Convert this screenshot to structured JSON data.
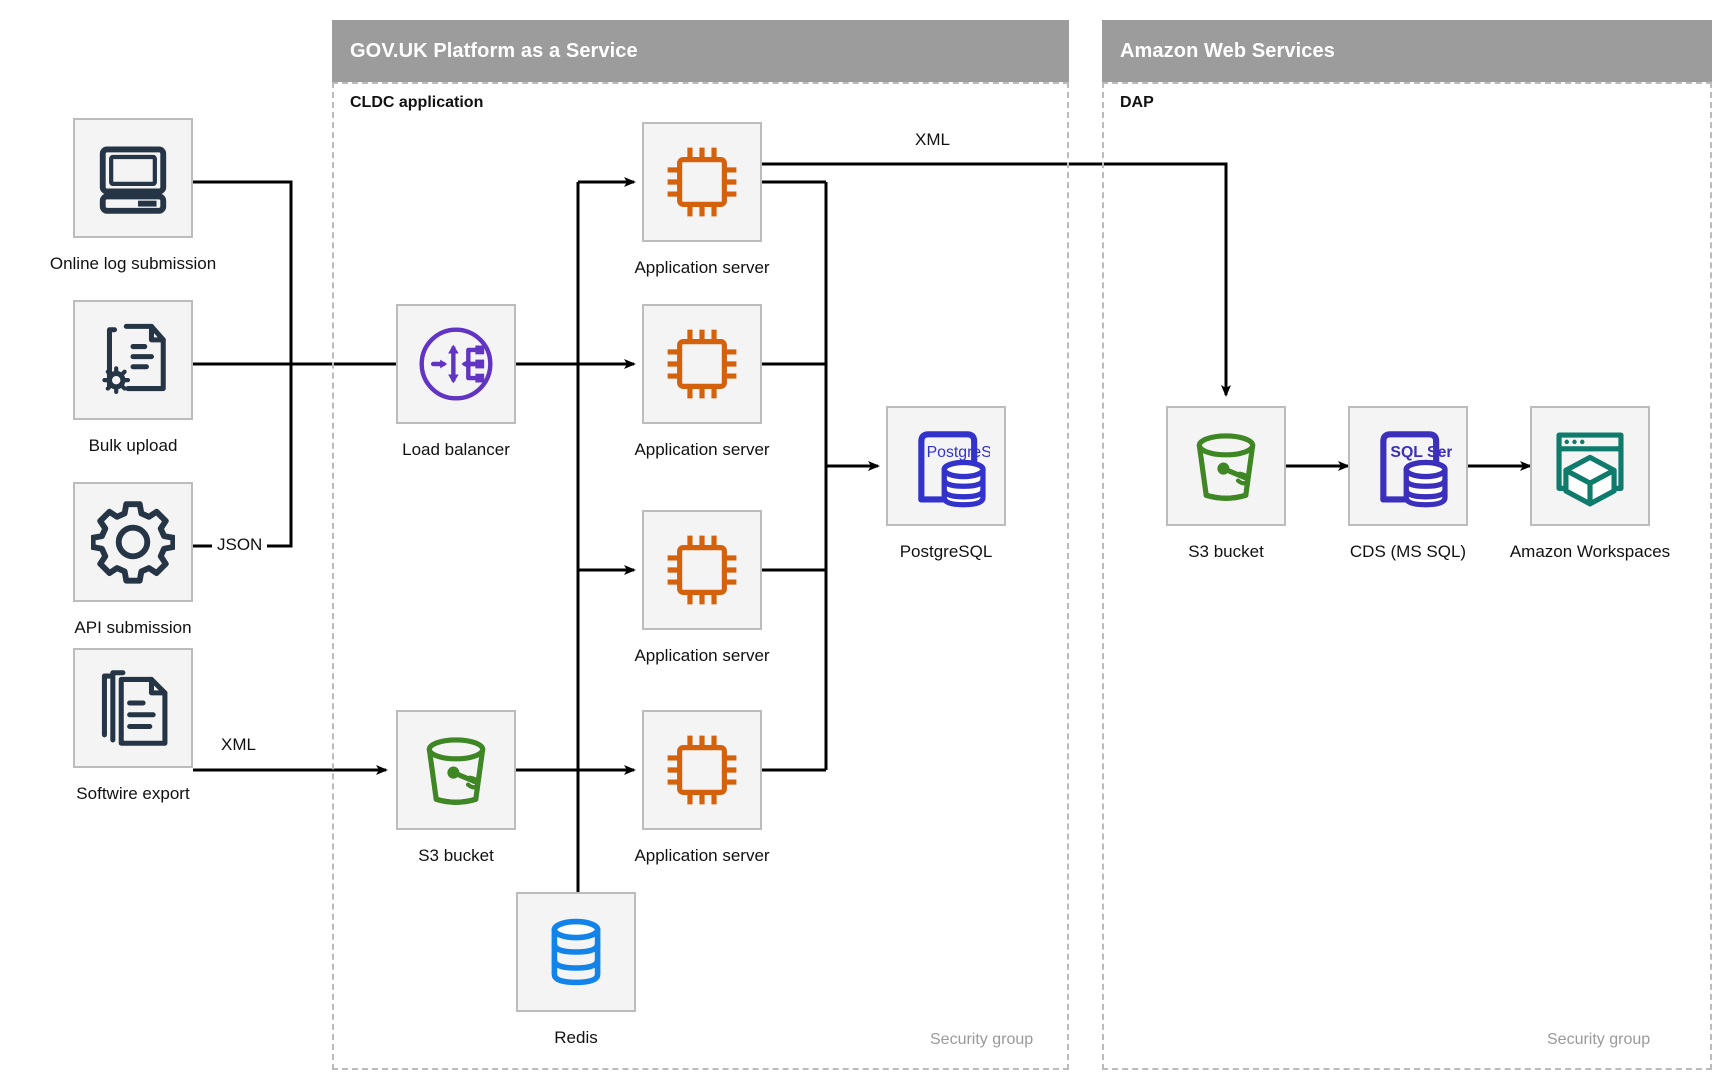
{
  "groups": [
    {
      "id": "paas",
      "title": "GOV.UK Platform as a Service",
      "subtitle": "CLDC application",
      "security_label": "Security group"
    },
    {
      "id": "aws",
      "title": "Amazon Web Services",
      "subtitle": "DAP",
      "security_label": "Security group"
    }
  ],
  "sources": [
    {
      "id": "online-log-submission",
      "label": "Online log submission",
      "icon": "desktop-computer-icon"
    },
    {
      "id": "bulk-upload",
      "label": "Bulk upload",
      "icon": "document-gear-icon"
    },
    {
      "id": "api-submission",
      "label": "API submission",
      "icon": "gear-icon"
    },
    {
      "id": "softwire-export",
      "label": "Softwire export",
      "icon": "document-stack-icon"
    }
  ],
  "paas_nodes": [
    {
      "id": "load-balancer",
      "label": "Load balancer",
      "icon": "load-balancer-icon"
    },
    {
      "id": "app-server-1",
      "label": "Application server",
      "icon": "cpu-chip-icon"
    },
    {
      "id": "app-server-2",
      "label": "Application server",
      "icon": "cpu-chip-icon"
    },
    {
      "id": "app-server-3",
      "label": "Application server",
      "icon": "cpu-chip-icon"
    },
    {
      "id": "app-server-4",
      "label": "Application server",
      "icon": "cpu-chip-icon"
    },
    {
      "id": "postgresql",
      "label": "PostgreSQL",
      "icon": "postgresql-database-icon"
    },
    {
      "id": "s3-bucket-paas",
      "label": "S3 bucket",
      "icon": "s3-bucket-icon"
    },
    {
      "id": "redis",
      "label": "Redis",
      "icon": "redis-database-icon"
    }
  ],
  "aws_nodes": [
    {
      "id": "s3-bucket-aws",
      "label": "S3 bucket",
      "icon": "s3-bucket-icon"
    },
    {
      "id": "cds-ms-sql",
      "label": "CDS (MS SQL)",
      "icon": "sql-server-database-icon"
    },
    {
      "id": "amazon-workspaces",
      "label": "Amazon Workspaces",
      "icon": "amazon-workspaces-icon"
    }
  ],
  "edge_labels": {
    "json": "JSON",
    "xml_softwire": "XML",
    "xml_to_s3": "XML"
  },
  "icon_text": {
    "postgresql": "PostgreSQL",
    "sql_server": "SQL Server"
  },
  "colors": {
    "group_header_bg": "#9c9c9c",
    "tile_bg": "#f4f4f4",
    "tile_border": "#bcbcbc",
    "dashed_border": "#bbbbbb",
    "source_icon": "#253545",
    "load_balancer": "#6134c4",
    "app_server": "#d4620c",
    "postgresql": "#3333cc",
    "sql_server": "#3b2fbb",
    "s3_bucket": "#3f8624",
    "redis": "#1283e8",
    "workspaces": "#0f7b6c",
    "wire": "#000000",
    "security_label": "#9a9a9a"
  }
}
